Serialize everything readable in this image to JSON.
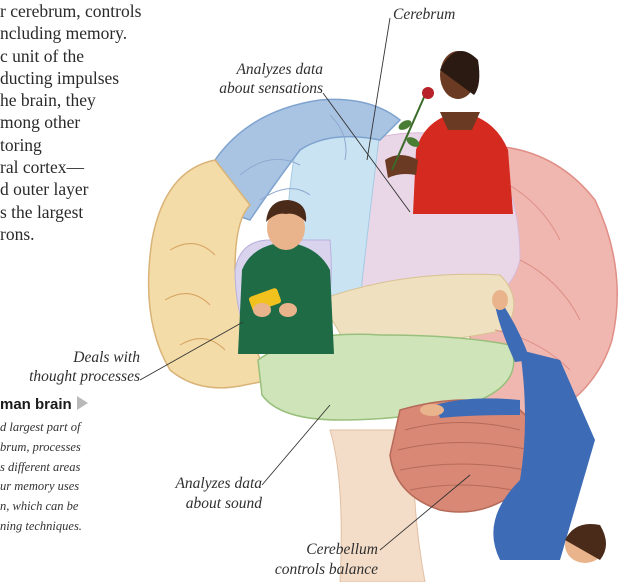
{
  "body_text": {
    "lines": [
      "r cerebrum, controls",
      "ncluding memory.",
      "c unit of the",
      "ducting impulses",
      "he brain, they",
      "mong other",
      "toring",
      "ral cortex—",
      "d outer layer",
      "s the largest",
      "rons."
    ]
  },
  "labels": {
    "cerebrum": "Cerebrum",
    "sensations_1": "Analyzes data",
    "sensations_2": "about sensations",
    "thought_1": "Deals with",
    "thought_2": "thought processes",
    "sound_1": "Analyzes data",
    "sound_2": "about sound",
    "cerebellum_1": "Cerebellum",
    "cerebellum_2": "controls balance"
  },
  "caption": {
    "title": "man brain",
    "lines": [
      "d largest part of",
      "brum, processes",
      "s different areas",
      "ur memory uses",
      "n, which can be",
      "ning techniques."
    ]
  },
  "colors": {
    "frontal_lobe": "#f3dca8",
    "parietal_lobe": "#a9c4e3",
    "sensory_strip": "#c9e3f3",
    "temporal_lobe": "#cfe5b9",
    "occipital_lobe": "#f0b7b0",
    "cerebellum": "#d98876",
    "brainstem": "#f4ddc8",
    "woman_shirt": "#d42a1f",
    "boy_shirt": "#1e6b46",
    "leotard": "#3d6bb5"
  }
}
